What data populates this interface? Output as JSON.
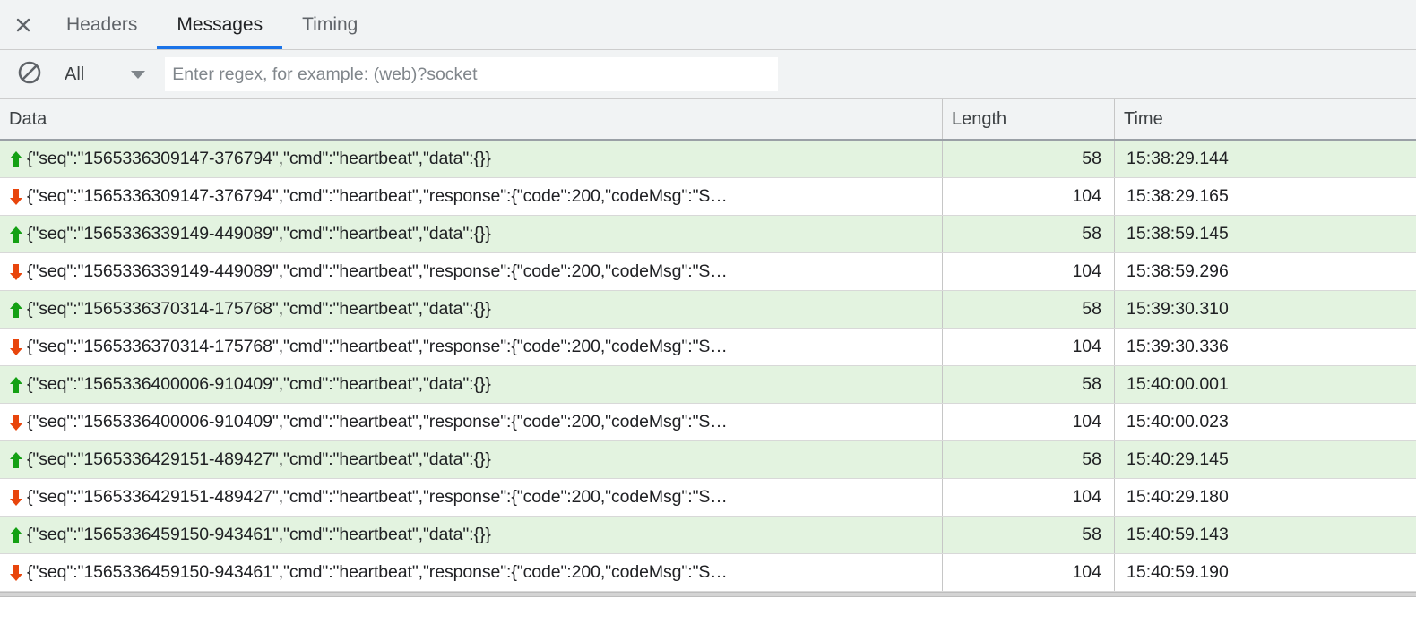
{
  "tabs": {
    "close_icon": "close-icon",
    "items": [
      {
        "label": "Headers",
        "active": false
      },
      {
        "label": "Messages",
        "active": true
      },
      {
        "label": "Timing",
        "active": false
      }
    ],
    "accent_color": "#1a73e8"
  },
  "toolbar": {
    "clear_icon": "clear-filter-icon",
    "filter_label": "All",
    "caret_icon": "chevron-down-icon",
    "regex_placeholder": "Enter regex, for example: (web)?socket",
    "regex_value": ""
  },
  "grid": {
    "columns": [
      {
        "key": "data",
        "label": "Data"
      },
      {
        "key": "length",
        "label": "Length"
      },
      {
        "key": "time",
        "label": "Time"
      }
    ],
    "send_color": "#e3f3e0",
    "send_arrow_color": "#14A014",
    "recv_arrow_color": "#E8450C",
    "rows": [
      {
        "direction": "send",
        "arrow": "arrow-up-icon",
        "data": "{\"seq\":\"1565336309147-376794\",\"cmd\":\"heartbeat\",\"data\":{}}",
        "length": "58",
        "time": "15:38:29.144"
      },
      {
        "direction": "recv",
        "arrow": "arrow-down-icon",
        "data": "{\"seq\":\"1565336309147-376794\",\"cmd\":\"heartbeat\",\"response\":{\"code\":200,\"codeMsg\":\"S…",
        "length": "104",
        "time": "15:38:29.165"
      },
      {
        "direction": "send",
        "arrow": "arrow-up-icon",
        "data": "{\"seq\":\"1565336339149-449089\",\"cmd\":\"heartbeat\",\"data\":{}}",
        "length": "58",
        "time": "15:38:59.145"
      },
      {
        "direction": "recv",
        "arrow": "arrow-down-icon",
        "data": "{\"seq\":\"1565336339149-449089\",\"cmd\":\"heartbeat\",\"response\":{\"code\":200,\"codeMsg\":\"S…",
        "length": "104",
        "time": "15:38:59.296"
      },
      {
        "direction": "send",
        "arrow": "arrow-up-icon",
        "data": "{\"seq\":\"1565336370314-175768\",\"cmd\":\"heartbeat\",\"data\":{}}",
        "length": "58",
        "time": "15:39:30.310"
      },
      {
        "direction": "recv",
        "arrow": "arrow-down-icon",
        "data": "{\"seq\":\"1565336370314-175768\",\"cmd\":\"heartbeat\",\"response\":{\"code\":200,\"codeMsg\":\"S…",
        "length": "104",
        "time": "15:39:30.336"
      },
      {
        "direction": "send",
        "arrow": "arrow-up-icon",
        "data": "{\"seq\":\"1565336400006-910409\",\"cmd\":\"heartbeat\",\"data\":{}}",
        "length": "58",
        "time": "15:40:00.001"
      },
      {
        "direction": "recv",
        "arrow": "arrow-down-icon",
        "data": "{\"seq\":\"1565336400006-910409\",\"cmd\":\"heartbeat\",\"response\":{\"code\":200,\"codeMsg\":\"S…",
        "length": "104",
        "time": "15:40:00.023"
      },
      {
        "direction": "send",
        "arrow": "arrow-up-icon",
        "data": "{\"seq\":\"1565336429151-489427\",\"cmd\":\"heartbeat\",\"data\":{}}",
        "length": "58",
        "time": "15:40:29.145"
      },
      {
        "direction": "recv",
        "arrow": "arrow-down-icon",
        "data": "{\"seq\":\"1565336429151-489427\",\"cmd\":\"heartbeat\",\"response\":{\"code\":200,\"codeMsg\":\"S…",
        "length": "104",
        "time": "15:40:29.180"
      },
      {
        "direction": "send",
        "arrow": "arrow-up-icon",
        "data": "{\"seq\":\"1565336459150-943461\",\"cmd\":\"heartbeat\",\"data\":{}}",
        "length": "58",
        "time": "15:40:59.143"
      },
      {
        "direction": "recv",
        "arrow": "arrow-down-icon",
        "data": "{\"seq\":\"1565336459150-943461\",\"cmd\":\"heartbeat\",\"response\":{\"code\":200,\"codeMsg\":\"S…",
        "length": "104",
        "time": "15:40:59.190"
      }
    ]
  }
}
